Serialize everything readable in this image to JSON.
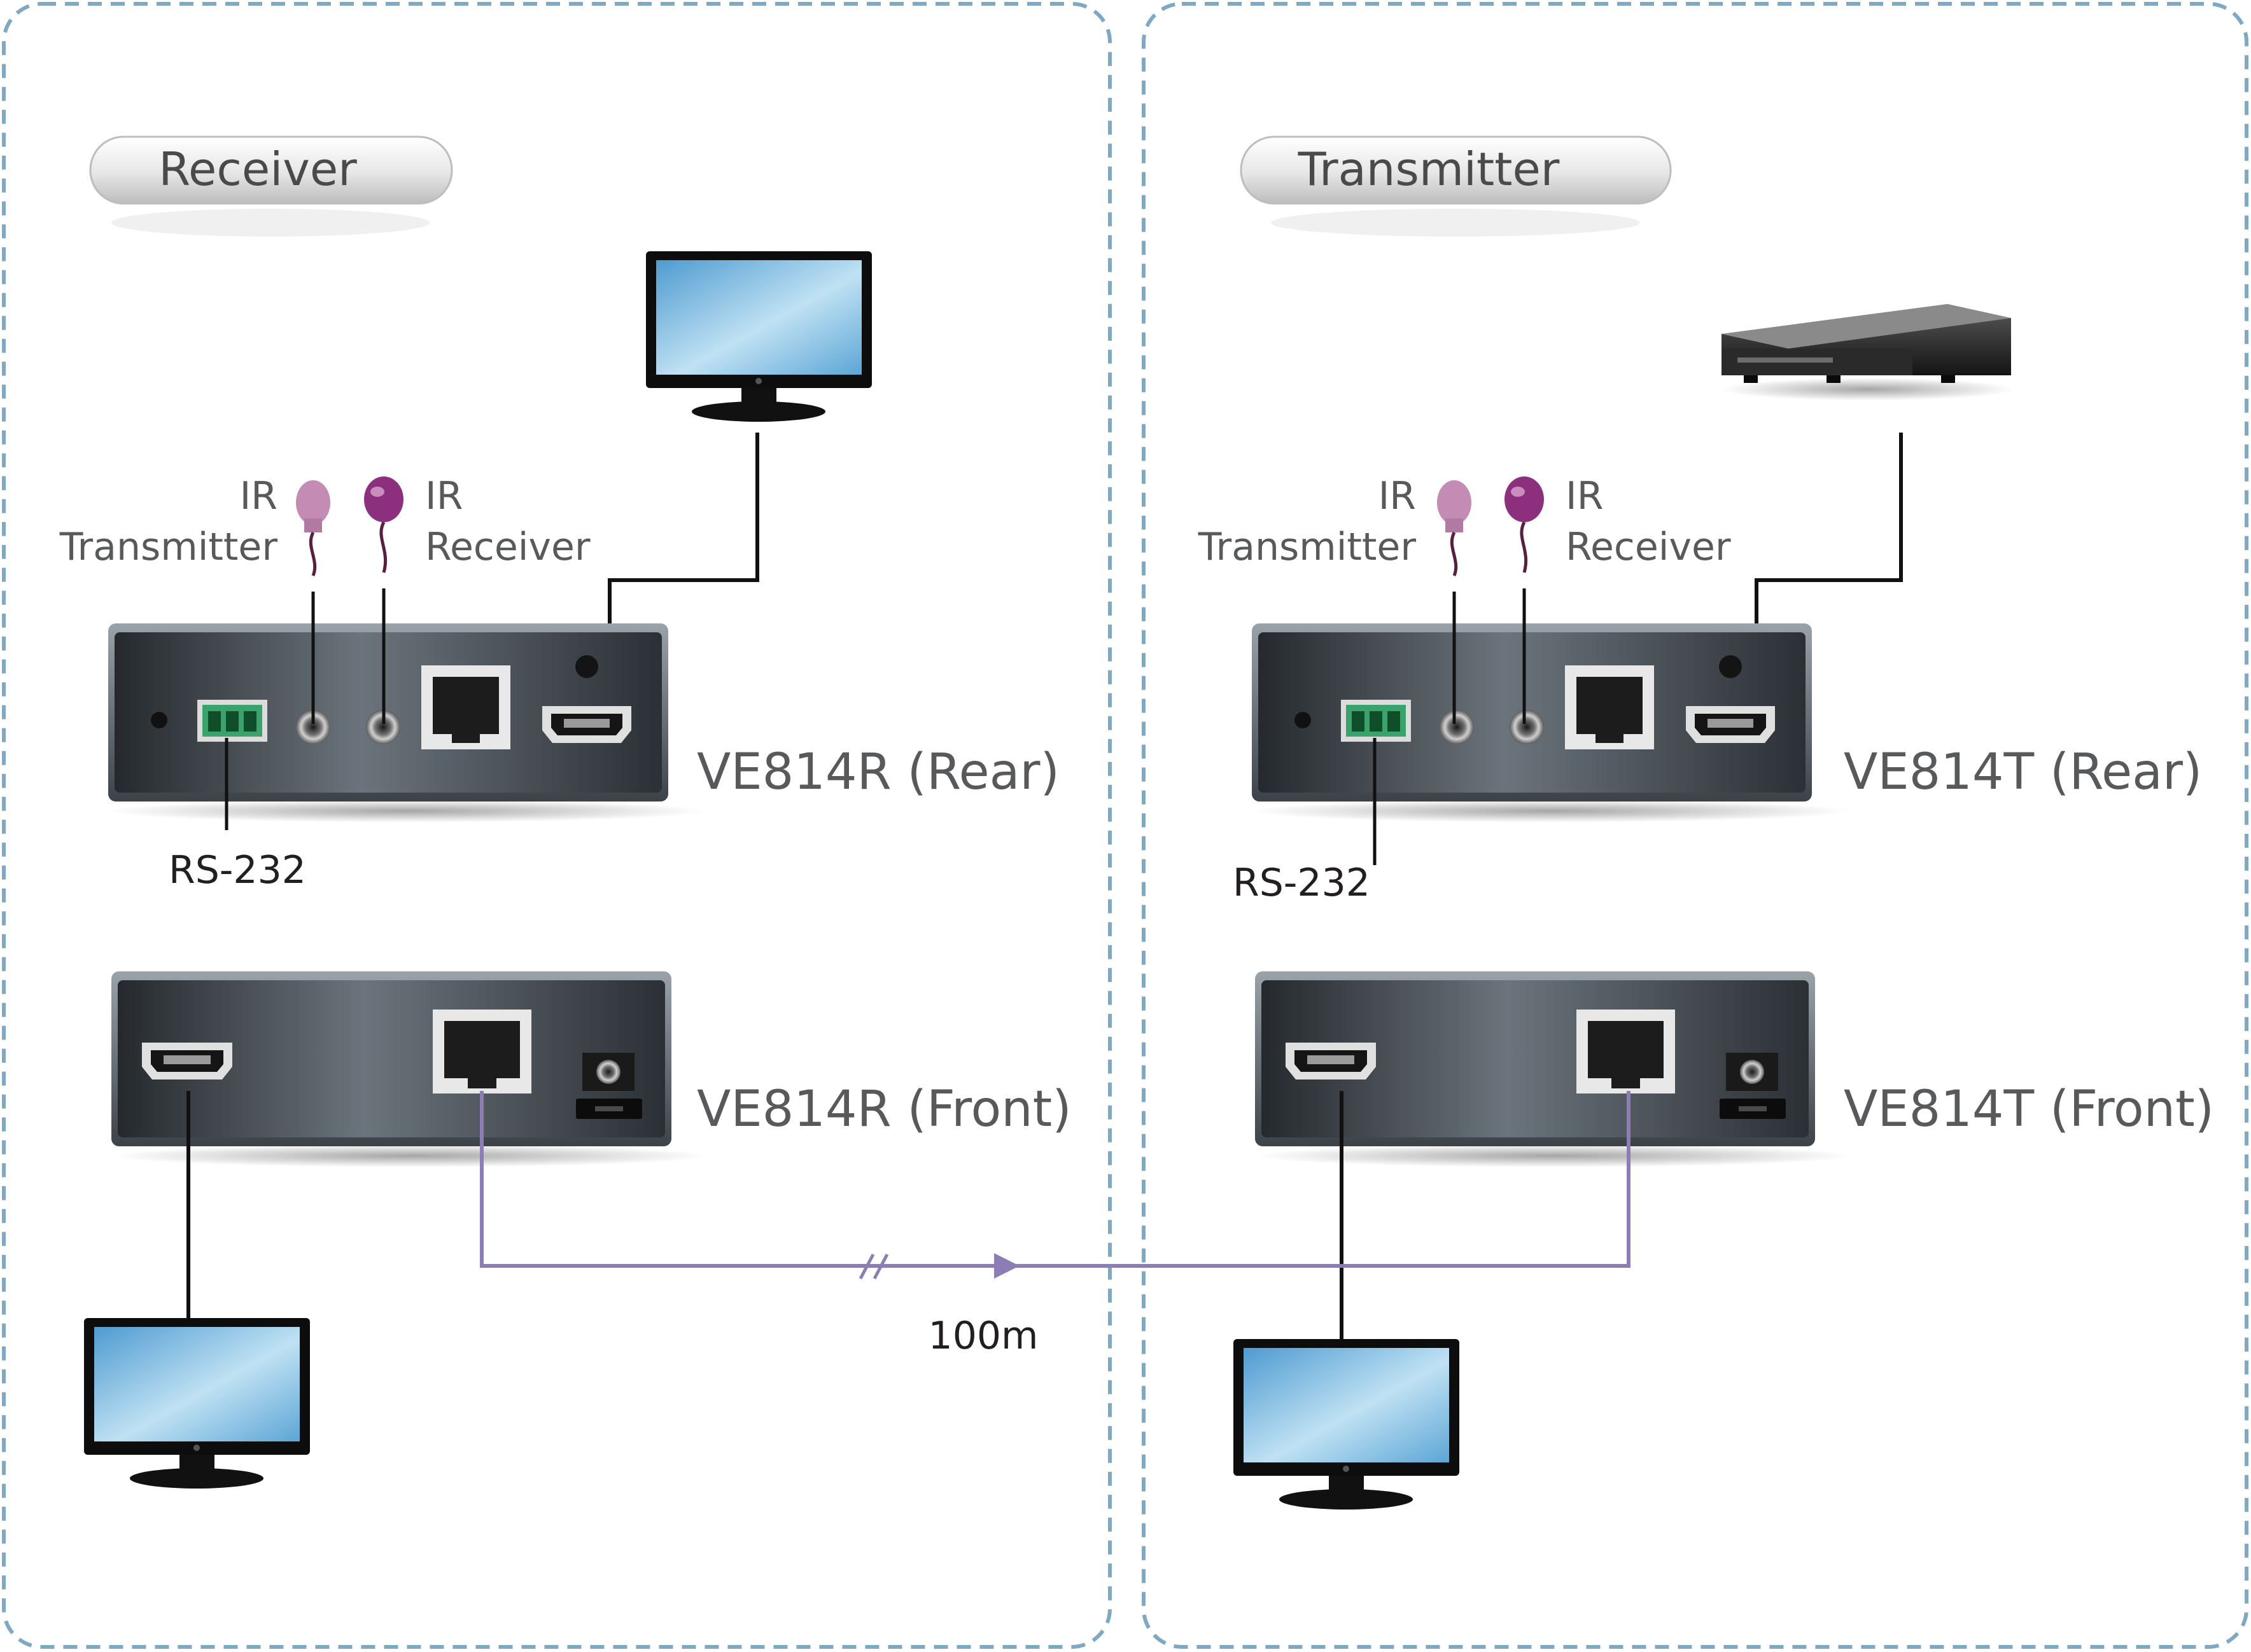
{
  "receiver": {
    "section_title": "Receiver",
    "ir_transmitter_label": [
      "IR",
      "Transmitter"
    ],
    "ir_receiver_label": [
      "IR",
      "Receiver"
    ],
    "rear_label": "VE814R (Rear)",
    "front_label": "VE814R (Front)",
    "rs232_label": "RS-232"
  },
  "transmitter": {
    "section_title": "Transmitter",
    "ir_transmitter_label": [
      "IR",
      "Transmitter"
    ],
    "ir_receiver_label": [
      "IR",
      "Receiver"
    ],
    "rear_label": "VE814T (Rear)",
    "front_label": "VE814T (Front)",
    "rs232_label": "RS-232"
  },
  "link": {
    "distance_label": "100m"
  },
  "colors": {
    "panel_border": "#7fa9c2",
    "device_body": "#3a4046",
    "cable_black": "#111111",
    "cable_cat": "#8d7db5",
    "ir_transmitter_bulb": "#c48bb4",
    "ir_receiver_bulb": "#8c2f7d",
    "terminal_green": "#3aa36b",
    "screen_blue": "#8cc6e8"
  }
}
